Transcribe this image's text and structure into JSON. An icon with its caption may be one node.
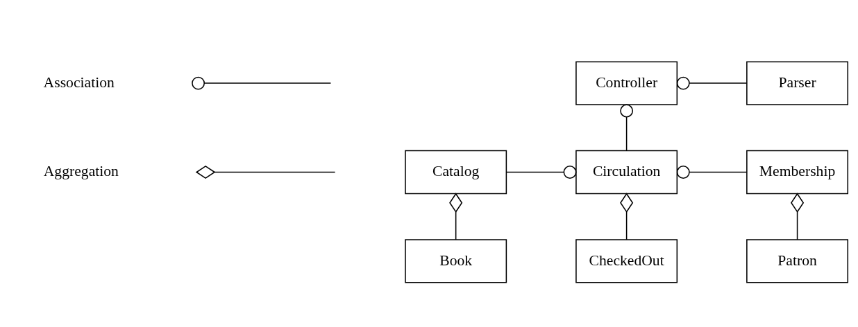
{
  "diagram": {
    "nodes": [
      {
        "text": [
          "Controller"
        ]
      },
      {
        "text": [
          "Parser"
        ]
      },
      {
        "text": [
          "Catalog"
        ]
      },
      {
        "text": [
          "Circulation"
        ]
      },
      {
        "text": [
          "Membership"
        ]
      },
      {
        "text": [
          "Book"
        ]
      },
      {
        "text": [
          "CheckedOut"
        ]
      },
      {
        "text": [
          "Patron"
        ]
      }
    ],
    "edges": [
      {
        "from": 0,
        "to": 1,
        "arrow": "other"
      },
      {
        "from": 0,
        "to": 3,
        "arrow": "other"
      },
      {
        "from": 3,
        "to": 2,
        "arrow": "other"
      },
      {
        "from": 3,
        "to": 4,
        "arrow": "other"
      },
      {
        "from": 2,
        "to": 5,
        "arrow": "other"
      },
      {
        "from": 3,
        "to": 6,
        "arrow": "other"
      },
      {
        "from": 4,
        "to": 7,
        "arrow": "other"
      }
    ],
    "legend": [
      {
        "text": "Association"
      },
      {
        "text": "Aggregation"
      }
    ]
  }
}
